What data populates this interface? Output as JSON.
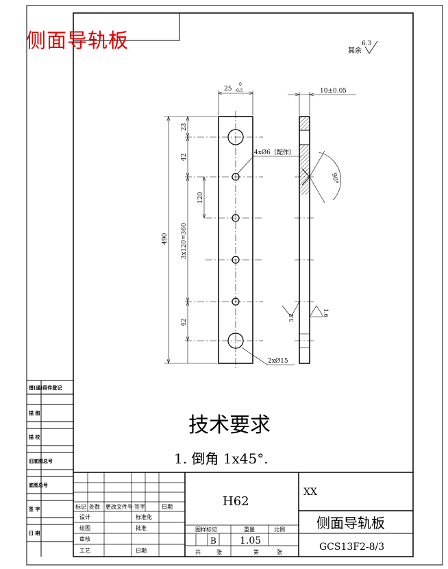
{
  "overlay_title": "侧面导轨板",
  "surface_finish": {
    "label": "其余",
    "value": "6.3"
  },
  "front_view": {
    "width_dim": "25",
    "width_tol": "0",
    "width_tol_lower": "-0.5",
    "dim_total": "490",
    "dim_top": "23",
    "dim_upper": "42",
    "dim_spacing": "120",
    "dim_pattern": "3x120=360",
    "dim_bottom": "42",
    "small_holes": "4xØ6（配作）",
    "large_holes": "2xØ15"
  },
  "side_view": {
    "thickness": "10±0.05",
    "angle": "90°",
    "finish_a": "3.2",
    "finish_b": "1.6"
  },
  "requirements": {
    "heading": "技术要求",
    "item1": "1. 倒角 1x45°."
  },
  "left_strip": [
    "借(通)用件登记",
    "描 图",
    "描 校",
    "旧底图总号",
    "底图总号",
    "签 字",
    "日 期"
  ],
  "title_block": {
    "material": "H62",
    "company": "XX",
    "part_name": "侧面导轨板",
    "drawing_no": "GCS13F2-8/3",
    "rev_header": [
      "标记",
      "处数",
      "更改文件号",
      "签字",
      "日期"
    ],
    "design": "设计",
    "standard": "标准化",
    "draw": "绘图",
    "approve": "批准",
    "check": "审核",
    "process": "工艺",
    "date": "日期",
    "stage_label": "图样标记",
    "weight_label": "重量",
    "scale_label": "比例",
    "stage": "B",
    "weight": "1.05",
    "total_label": "共",
    "sheet_word": "张",
    "page_label": "第"
  }
}
